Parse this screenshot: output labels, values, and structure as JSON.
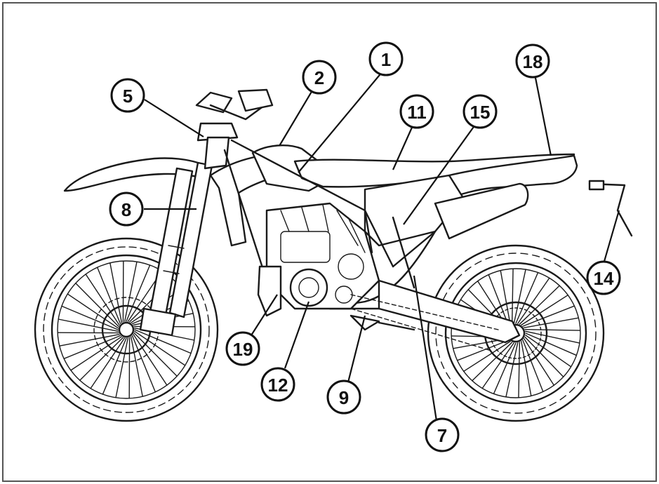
{
  "callouts": [
    {
      "id": "1",
      "label": "1"
    },
    {
      "id": "2",
      "label": "2"
    },
    {
      "id": "5",
      "label": "5"
    },
    {
      "id": "7",
      "label": "7"
    },
    {
      "id": "8",
      "label": "8"
    },
    {
      "id": "9",
      "label": "9"
    },
    {
      "id": "11",
      "label": "11"
    },
    {
      "id": "12",
      "label": "12"
    },
    {
      "id": "14",
      "label": "14"
    },
    {
      "id": "15",
      "label": "15"
    },
    {
      "id": "18",
      "label": "18"
    },
    {
      "id": "19",
      "label": "19"
    }
  ],
  "colors": {
    "ink": "#111111",
    "background": "#ffffff",
    "frame": "#555555"
  }
}
